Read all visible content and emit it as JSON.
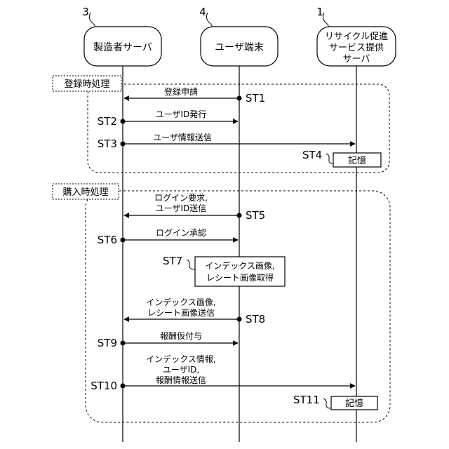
{
  "actors": [
    {
      "ref": "3",
      "label_lines": [
        "製造者サーバ"
      ]
    },
    {
      "ref": "4",
      "label_lines": [
        "ユーザ端末"
      ]
    },
    {
      "ref": "1",
      "label_lines": [
        "リサイクル促進",
        "サービス提供",
        "サーバ"
      ]
    }
  ],
  "phases": [
    {
      "label": "登録時処理"
    },
    {
      "label": "購入時処理"
    }
  ],
  "messages": [
    {
      "step": "ST1",
      "lines": [
        "登録申請"
      ]
    },
    {
      "step": "ST2",
      "lines": [
        "ユーザID発行"
      ]
    },
    {
      "step": "ST3",
      "lines": [
        "ユーザ情報送信"
      ]
    },
    {
      "step": "ST5",
      "lines": [
        "ログイン要求,",
        "ユーザID送信"
      ]
    },
    {
      "step": "ST6",
      "lines": [
        "ログイン承認"
      ]
    },
    {
      "step": "ST8",
      "lines": [
        "インデックス画像,",
        "レシート画像送信"
      ]
    },
    {
      "step": "ST9",
      "lines": [
        "報酬仮付与"
      ]
    },
    {
      "step": "ST10",
      "lines": [
        "インデックス情報,",
        "ユーザID,",
        "報酬情報送信"
      ]
    }
  ],
  "processes": [
    {
      "step": "ST4",
      "lines": [
        "記憶"
      ]
    },
    {
      "step": "ST7",
      "lines": [
        "インデックス画像,",
        "レシート画像取得"
      ]
    },
    {
      "step": "ST11",
      "lines": [
        "記憶"
      ]
    }
  ]
}
